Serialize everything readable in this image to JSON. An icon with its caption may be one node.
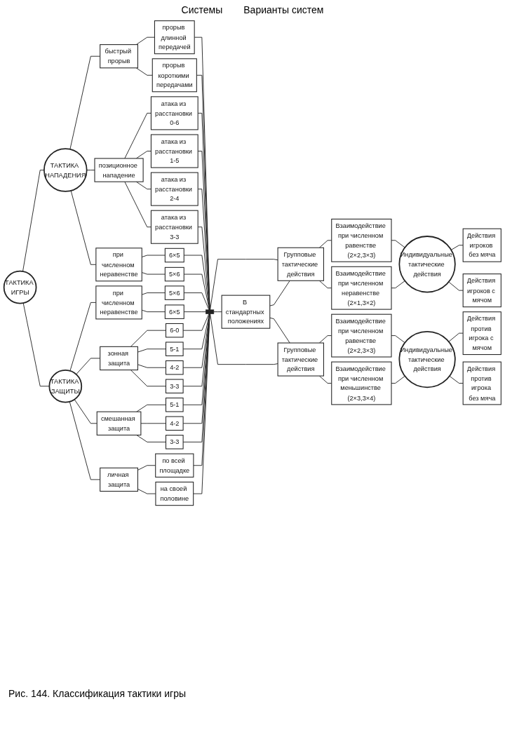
{
  "diagram": {
    "caption": "Рис. 144. Классификация тактики игры",
    "nodes": [
      {
        "text": [
          "ТАКТИКА ИГРЫ"
        ]
      },
      {
        "text": [
          "ТАКТИКА НАПАДЕНИЯ"
        ]
      },
      {
        "text": [
          "ТАКТИКА ЗАЩИТЫ"
        ]
      },
      {
        "text": [
          "быстрый прорыв"
        ]
      },
      {
        "text": [
          "позиционное нападение"
        ]
      },
      {
        "text": [
          "при численном неравенстве"
        ]
      },
      {
        "text": [
          "при численном неравенстве"
        ]
      },
      {
        "text": [
          "зонная защита"
        ]
      },
      {
        "text": [
          "смешанная защита"
        ]
      },
      {
        "text": [
          "личная защита"
        ]
      },
      {
        "text": [
          "прорыв длинной передачей"
        ]
      },
      {
        "text": [
          "прорыв короткими передачами"
        ]
      },
      {
        "text": [
          "атака из расстановки 0-6"
        ]
      },
      {
        "text": [
          "атака из расстановки 1-5"
        ]
      },
      {
        "text": [
          "атака из расстановки 2-4"
        ]
      },
      {
        "text": [
          "атака из расстановки 3-3"
        ]
      },
      {
        "text": [
          "6×5"
        ]
      },
      {
        "text": [
          "5×6"
        ]
      },
      {
        "text": [
          "5×6"
        ]
      },
      {
        "text": [
          "6×5"
        ]
      },
      {
        "text": [
          "6-0"
        ]
      },
      {
        "text": [
          "5-1"
        ]
      },
      {
        "text": [
          "4-2"
        ]
      },
      {
        "text": [
          "3-3"
        ]
      },
      {
        "text": [
          "5-1"
        ]
      },
      {
        "text": [
          "4-2"
        ]
      },
      {
        "text": [
          "3-3"
        ]
      },
      {
        "text": [
          "по всей площадке"
        ]
      },
      {
        "text": [
          "на своей половине"
        ]
      },
      {
        "text": [],
        "shape": "bar"
      },
      {
        "text": [
          "Групповые тактические действия"
        ]
      },
      {
        "text": [
          "В стандартных положениях"
        ]
      },
      {
        "text": [
          "Групповые тактические действия"
        ]
      },
      {
        "text": [
          "Взаимодействие при численном равенстве (2×2,3×3)"
        ]
      },
      {
        "text": [
          "Индивидуальные тактические действия"
        ]
      },
      {
        "text": [
          "Взаимодействие при численном неравенстве (2×1,3×2)"
        ]
      },
      {
        "text": [
          "Действия игроков без мяча"
        ]
      },
      {
        "text": [
          "Действия игроков с мячом"
        ]
      },
      {
        "text": [
          "Взаимодействие при численном равенстве (2×2,3×3)"
        ]
      },
      {
        "text": [
          "Индивидуальные тактические действия"
        ]
      },
      {
        "text": [
          "Взаимодействие при численном меньшинстве (2×3,3×4)"
        ]
      },
      {
        "text": [
          "Действия против игрока с мячом"
        ]
      },
      {
        "text": [
          "Действия против игрока без мяча"
        ]
      }
    ],
    "edges": [
      {
        "from": 0,
        "to": 1,
        "arrow": "none"
      },
      {
        "from": 0,
        "to": 2,
        "arrow": "none"
      },
      {
        "from": 1,
        "to": 3,
        "arrow": "none"
      },
      {
        "from": 1,
        "to": 4,
        "arrow": "none"
      },
      {
        "from": 1,
        "to": 5,
        "arrow": "none"
      },
      {
        "from": 2,
        "to": 6,
        "arrow": "none"
      },
      {
        "from": 2,
        "to": 7,
        "arrow": "none"
      },
      {
        "from": 2,
        "to": 8,
        "arrow": "none"
      },
      {
        "from": 2,
        "to": 9,
        "arrow": "none"
      },
      {
        "from": 3,
        "to": 10,
        "arrow": "none"
      },
      {
        "from": 3,
        "to": 11,
        "arrow": "none"
      },
      {
        "from": 4,
        "to": 12,
        "arrow": "none"
      },
      {
        "from": 4,
        "to": 13,
        "arrow": "none"
      },
      {
        "from": 4,
        "to": 14,
        "arrow": "none"
      },
      {
        "from": 4,
        "to": 15,
        "arrow": "none"
      },
      {
        "from": 5,
        "to": 16,
        "arrow": "none"
      },
      {
        "from": 5,
        "to": 17,
        "arrow": "none"
      },
      {
        "from": 6,
        "to": 18,
        "arrow": "none"
      },
      {
        "from": 6,
        "to": 19,
        "arrow": "none"
      },
      {
        "from": 7,
        "to": 20,
        "arrow": "none"
      },
      {
        "from": 7,
        "to": 21,
        "arrow": "none"
      },
      {
        "from": 7,
        "to": 22,
        "arrow": "none"
      },
      {
        "from": 7,
        "to": 23,
        "arrow": "none"
      },
      {
        "from": 8,
        "to": 24,
        "arrow": "none"
      },
      {
        "from": 8,
        "to": 25,
        "arrow": "none"
      },
      {
        "from": 8,
        "to": 26,
        "arrow": "none"
      },
      {
        "from": 9,
        "to": 27,
        "arrow": "none"
      },
      {
        "from": 9,
        "to": 28,
        "arrow": "none"
      },
      {
        "from": 10,
        "to": 29,
        "arrow": "none"
      },
      {
        "from": 11,
        "to": 29,
        "arrow": "none"
      },
      {
        "from": 12,
        "to": 29,
        "arrow": "none"
      },
      {
        "from": 13,
        "to": 29,
        "arrow": "none"
      },
      {
        "from": 14,
        "to": 29,
        "arrow": "none"
      },
      {
        "from": 15,
        "to": 29,
        "arrow": "none"
      },
      {
        "from": 16,
        "to": 29,
        "arrow": "none"
      },
      {
        "from": 17,
        "to": 29,
        "arrow": "none"
      },
      {
        "from": 18,
        "to": 29,
        "arrow": "none"
      },
      {
        "from": 19,
        "to": 29,
        "arrow": "none"
      },
      {
        "from": 20,
        "to": 29,
        "arrow": "none"
      },
      {
        "from": 21,
        "to": 29,
        "arrow": "none"
      },
      {
        "from": 22,
        "to": 29,
        "arrow": "none"
      },
      {
        "from": 23,
        "to": 29,
        "arrow": "none"
      },
      {
        "from": 24,
        "to": 29,
        "arrow": "none"
      },
      {
        "from": 25,
        "to": 29,
        "arrow": "none"
      },
      {
        "from": 26,
        "to": 29,
        "arrow": "none"
      },
      {
        "from": 27,
        "to": 29,
        "arrow": "none"
      },
      {
        "from": 28,
        "to": 29,
        "arrow": "none"
      },
      {
        "from": 29,
        "to": 30,
        "arrow": "none"
      },
      {
        "from": 29,
        "to": 31,
        "arrow": "none"
      },
      {
        "from": 29,
        "to": 32,
        "arrow": "none"
      },
      {
        "from": 31,
        "to": 30,
        "arrow": "none"
      },
      {
        "from": 31,
        "to": 32,
        "arrow": "none"
      },
      {
        "from": 30,
        "to": 33,
        "arrow": "none"
      },
      {
        "from": 30,
        "to": 35,
        "arrow": "none"
      },
      {
        "from": 33,
        "to": 34,
        "arrow": "none"
      },
      {
        "from": 35,
        "to": 34,
        "arrow": "none"
      },
      {
        "from": 34,
        "to": 36,
        "arrow": "none"
      },
      {
        "from": 34,
        "to": 37,
        "arrow": "none"
      },
      {
        "from": 32,
        "to": 38,
        "arrow": "none"
      },
      {
        "from": 32,
        "to": 40,
        "arrow": "none"
      },
      {
        "from": 38,
        "to": 39,
        "arrow": "none"
      },
      {
        "from": 40,
        "to": 39,
        "arrow": "none"
      },
      {
        "from": 39,
        "to": 41,
        "arrow": "none"
      },
      {
        "from": 39,
        "to": 42,
        "arrow": "none"
      }
    ],
    "labels": [
      "Системы",
      "Варианты систем"
    ]
  }
}
